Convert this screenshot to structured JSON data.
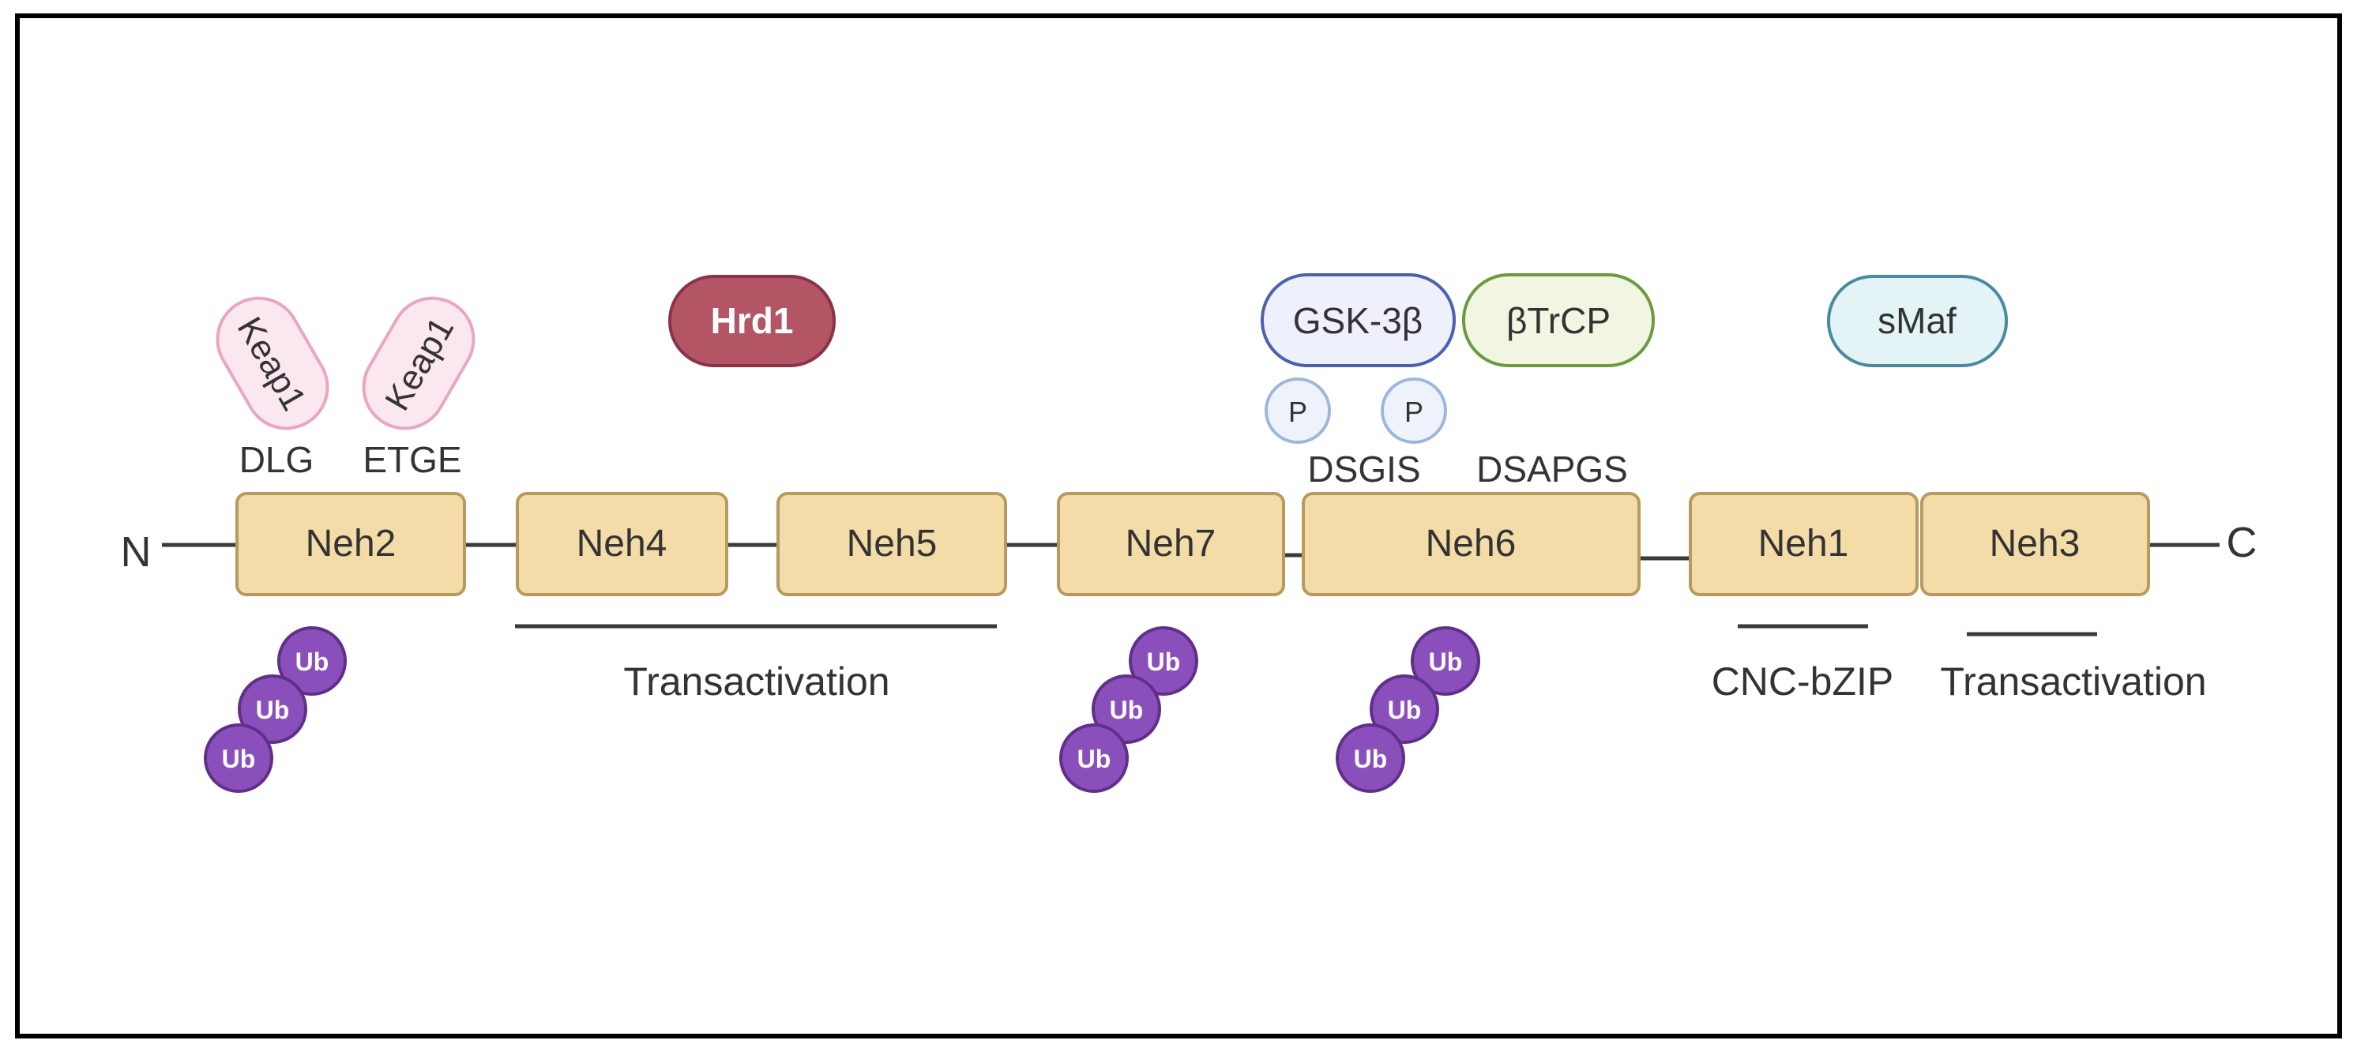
{
  "terminals": {
    "n": "N",
    "c": "C"
  },
  "domains": [
    {
      "label": "Neh2"
    },
    {
      "label": "Neh4"
    },
    {
      "label": "Neh5"
    },
    {
      "label": "Neh7"
    },
    {
      "label": "Neh6"
    },
    {
      "label": "Neh1"
    },
    {
      "label": "Neh3"
    }
  ],
  "motifs": {
    "dlg": "DLG",
    "etge": "ETGE",
    "dsgis": "DSGIS",
    "dsapgs": "DSAPGS"
  },
  "binders": {
    "keap1_left": "Keap1",
    "keap1_right": "Keap1",
    "hrd1": "Hrd1",
    "gsk3b": "GSK-3β",
    "btrcp": "βTrCP",
    "smaf": "sMaf"
  },
  "phospho": {
    "label": "P"
  },
  "ubiquitin": {
    "label": "Ub"
  },
  "regions": {
    "transactivation_1": "Transactivation",
    "cnc_bzip": "CNC-bZIP",
    "transactivation_2": "Transactivation"
  },
  "colors": {
    "domain_fill": "#f3dca8",
    "domain_stroke": "#b89a5e",
    "keap1_fill": "#fbe7ef",
    "keap1_stroke": "#e9a6c2",
    "hrd1_fill": "#b45565",
    "hrd1_stroke": "#8a3345",
    "gsk3b_fill": "#eef1fb",
    "gsk3b_stroke": "#4e5fae",
    "btrcp_fill": "#f0f6e2",
    "btrcp_stroke": "#6d9a3e",
    "smaf_fill": "#e3f3f6",
    "smaf_stroke": "#4a8a9e",
    "phospho_fill": "#eef3fb",
    "phospho_stroke": "#9fb6dc",
    "ub_fill": "#8a4fbb",
    "ub_stroke": "#5f2f8a"
  }
}
